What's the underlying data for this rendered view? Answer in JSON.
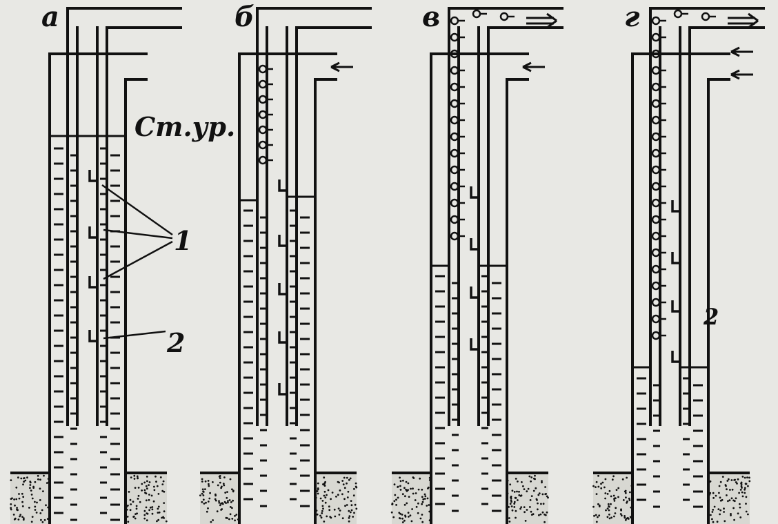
{
  "panels": [
    {
      "id": "a",
      "label": "а",
      "static_level_label": "Ст.ур.",
      "callouts": [
        "1",
        "2"
      ]
    },
    {
      "id": "b",
      "label": "б",
      "callouts": []
    },
    {
      "id": "v",
      "label": "в",
      "callouts": []
    },
    {
      "id": "g",
      "label": "г",
      "callouts": [
        "2"
      ]
    }
  ],
  "colors": {
    "background": "#e8e8e4",
    "ink": "#111111"
  }
}
